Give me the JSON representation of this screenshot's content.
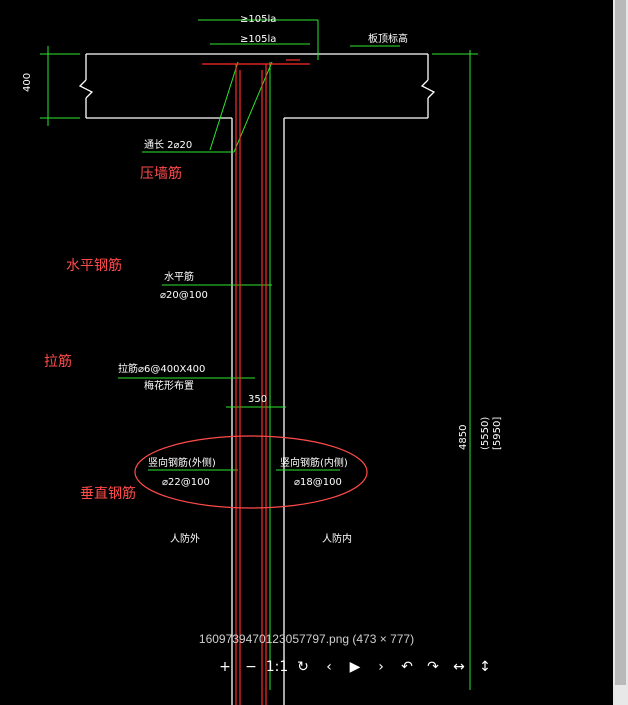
{
  "drawing": {
    "dim_top_outer": "≥105la",
    "dim_top_inner": "≥105la",
    "dim_left": "400",
    "elevation_label": "板顶标高",
    "through_length_label": "通长 2⌀20",
    "horizontal_bar_title": "水平筋",
    "horizontal_bar_spec": "⌀20@100",
    "tie_bar_spec": "拉筋⌀6@400X400",
    "tie_bar_note": "梅花形布置",
    "wall_thickness": "350",
    "vertical_left_title": "竖向钢筋(外侧)",
    "vertical_left_spec": "⌀22@100",
    "vertical_right_title": "竖向钢筋(内侧)",
    "vertical_right_spec": "⌀18@100",
    "left_side_label": "人防外",
    "right_side_label": "人防内",
    "right_dim_a": "4850",
    "right_dim_b": "(5550)",
    "right_dim_c": "[5950]"
  },
  "annotations": {
    "press_wall_bar": "压墙筋",
    "horizontal_bar": "水平钢筋",
    "tie_bar": "拉筋",
    "vertical_bar": "垂直钢筋"
  },
  "viewer": {
    "caption": "1609739470123057797.png (473 × 777)",
    "zoom_in": "+",
    "zoom_out": "−",
    "actual_size": "1:1",
    "rotate": "↻",
    "prev": "‹",
    "play": "▶",
    "next": "›",
    "undo": "↶",
    "redo": "↷",
    "fit_width": "↔",
    "fit_height": "↕"
  }
}
